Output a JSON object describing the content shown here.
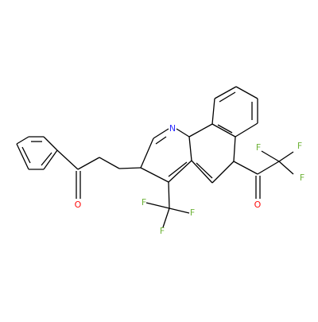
{
  "molecule": {
    "atom_labels": {
      "n1": "N",
      "o_ketone": "O",
      "o_acyl": "O",
      "f_cf3_a": "F",
      "f_cf3_b": "F",
      "f_cf3_c": "F",
      "f_acyl_a": "F",
      "f_acyl_b": "F",
      "f_acyl_c": "F"
    },
    "colors": {
      "bond": "#000000",
      "nitrogen": "#2c2cff",
      "oxygen": "#ff0d0d",
      "fluorine": "#6fb339"
    }
  }
}
